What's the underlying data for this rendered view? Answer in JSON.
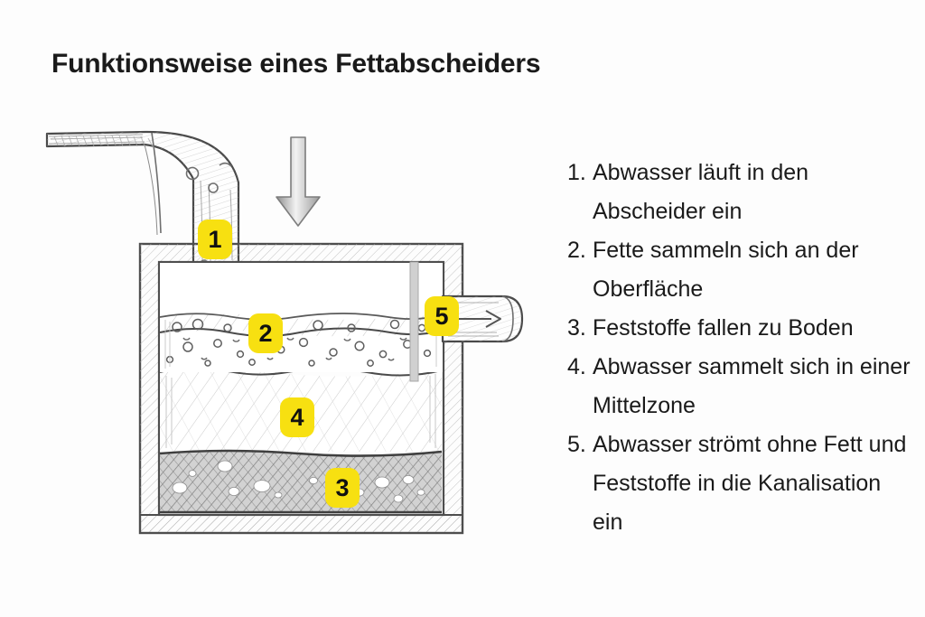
{
  "page": {
    "title": "Funktionsweise eines Fettabscheiders",
    "background_color": "#fdfdfd",
    "accent_color": "#f7e011",
    "text_color": "#1a1a1a"
  },
  "diagram": {
    "name": "grease-separator-cross-section",
    "badges": [
      {
        "id": "1",
        "label": "1",
        "meaning": "inlet-pipe"
      },
      {
        "id": "2",
        "label": "2",
        "meaning": "grease-layer"
      },
      {
        "id": "3",
        "label": "3",
        "meaning": "sludge-layer"
      },
      {
        "id": "4",
        "label": "4",
        "meaning": "water-middle-zone"
      },
      {
        "id": "5",
        "label": "5",
        "meaning": "outlet-pipe"
      }
    ],
    "parts": {
      "inlet_pipe": "inlet-pipe",
      "down_arrow": "down-arrow",
      "tank": "separator-tank",
      "grease_layer": "grease-layer",
      "water_zone": "water-zone",
      "sludge_layer": "sludge-layer",
      "baffle": "baffle-wall",
      "outlet_pipe": "outlet-pipe",
      "flow_arrow": "outlet-flow-arrow"
    }
  },
  "steps": {
    "items": [
      {
        "num": "1.",
        "text": "Abwasser läuft in den Abscheider ein"
      },
      {
        "num": "2.",
        "text": "Fette sammeln sich an der Oberfläche"
      },
      {
        "num": "3.",
        "text": "Feststoffe fallen zu Boden"
      },
      {
        "num": "4.",
        "text": "Abwasser sammelt sich in einer Mittelzone"
      },
      {
        "num": "5.",
        "text": "Abwasser strömt ohne Fett und Feststoffe in die Kanalisation ein"
      }
    ]
  }
}
